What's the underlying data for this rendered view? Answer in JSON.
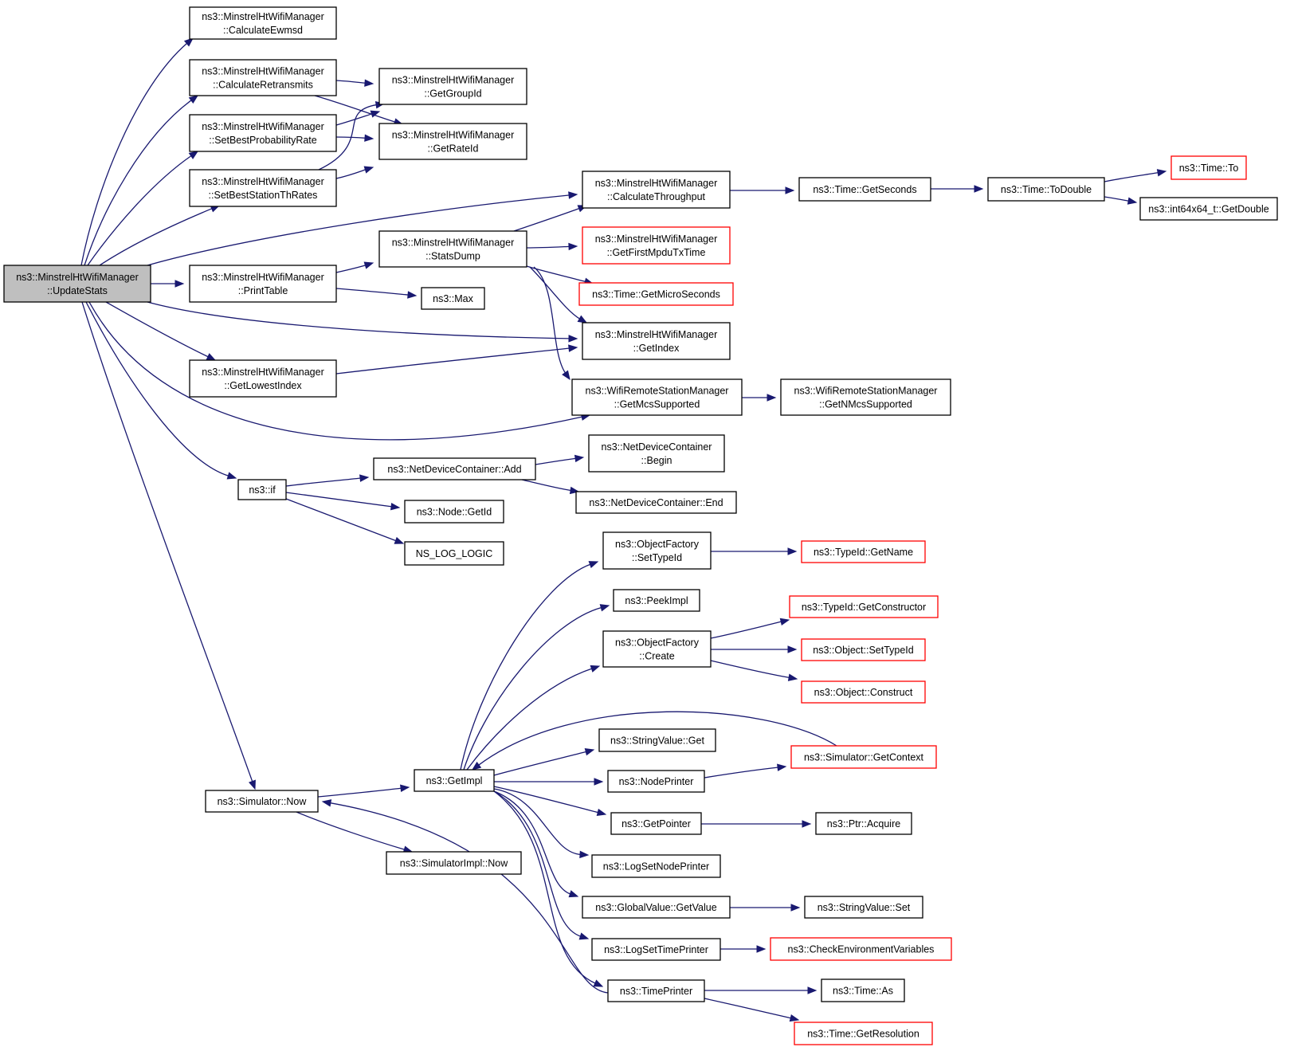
{
  "graph": {
    "colors": {
      "edge": "#191970",
      "root_fill": "#bfbfbf",
      "node_fill": "#ffffff",
      "node_border": "#000000",
      "truncated_border": "#ff0000"
    },
    "nodes": [
      {
        "id": "updateStats",
        "lines": [
          "ns3::MinstrelHtWifiManager",
          "::UpdateStats"
        ],
        "root": true
      },
      {
        "id": "calcEwmsd",
        "lines": [
          "ns3::MinstrelHtWifiManager",
          "::CalculateEwmsd"
        ]
      },
      {
        "id": "calcRetransmits",
        "lines": [
          "ns3::MinstrelHtWifiManager",
          "::CalculateRetransmits"
        ]
      },
      {
        "id": "setBestProb",
        "lines": [
          "ns3::MinstrelHtWifiManager",
          "::SetBestProbabilityRate"
        ]
      },
      {
        "id": "setBestStation",
        "lines": [
          "ns3::MinstrelHtWifiManager",
          "::SetBestStationThRates"
        ]
      },
      {
        "id": "printTable",
        "lines": [
          "ns3::MinstrelHtWifiManager",
          "::PrintTable"
        ]
      },
      {
        "id": "getLowestIndex",
        "lines": [
          "ns3::MinstrelHtWifiManager",
          "::GetLowestIndex"
        ]
      },
      {
        "id": "nsIf",
        "lines": [
          "ns3::if"
        ]
      },
      {
        "id": "simNow",
        "lines": [
          "ns3::Simulator::Now"
        ]
      },
      {
        "id": "getGroupId",
        "lines": [
          "ns3::MinstrelHtWifiManager",
          "::GetGroupId"
        ]
      },
      {
        "id": "getRateId",
        "lines": [
          "ns3::MinstrelHtWifiManager",
          "::GetRateId"
        ]
      },
      {
        "id": "statsDump",
        "lines": [
          "ns3::MinstrelHtWifiManager",
          "::StatsDump"
        ]
      },
      {
        "id": "nsMax",
        "lines": [
          "ns3::Max"
        ]
      },
      {
        "id": "ndcAdd",
        "lines": [
          "ns3::NetDeviceContainer::Add"
        ]
      },
      {
        "id": "nodeGetId",
        "lines": [
          "ns3::Node::GetId"
        ]
      },
      {
        "id": "nsLogLogic",
        "lines": [
          "NS_LOG_LOGIC"
        ]
      },
      {
        "id": "getImpl",
        "lines": [
          "ns3::GetImpl"
        ]
      },
      {
        "id": "simImplNow",
        "lines": [
          "ns3::SimulatorImpl::Now"
        ]
      },
      {
        "id": "calcThroughput",
        "lines": [
          "ns3::MinstrelHtWifiManager",
          "::CalculateThroughput"
        ]
      },
      {
        "id": "getFirstMpdu",
        "lines": [
          "ns3::MinstrelHtWifiManager",
          "::GetFirstMpduTxTime"
        ],
        "truncated": true
      },
      {
        "id": "getMicroSeconds",
        "lines": [
          "ns3::Time::GetMicroSeconds"
        ],
        "truncated": true
      },
      {
        "id": "getIndex",
        "lines": [
          "ns3::MinstrelHtWifiManager",
          "::GetIndex"
        ]
      },
      {
        "id": "getMcsSupported",
        "lines": [
          "ns3::WifiRemoteStationManager",
          "::GetMcsSupported"
        ]
      },
      {
        "id": "ndcBegin",
        "lines": [
          "ns3::NetDeviceContainer",
          "::Begin"
        ]
      },
      {
        "id": "ndcEnd",
        "lines": [
          "ns3::NetDeviceContainer::End"
        ]
      },
      {
        "id": "ofSetTypeId",
        "lines": [
          "ns3::ObjectFactory",
          "::SetTypeId"
        ]
      },
      {
        "id": "peekImpl",
        "lines": [
          "ns3::PeekImpl"
        ]
      },
      {
        "id": "ofCreate",
        "lines": [
          "ns3::ObjectFactory",
          "::Create"
        ]
      },
      {
        "id": "strValGet",
        "lines": [
          "ns3::StringValue::Get"
        ]
      },
      {
        "id": "nodePrinter",
        "lines": [
          "ns3::NodePrinter"
        ]
      },
      {
        "id": "getPointer",
        "lines": [
          "ns3::GetPointer"
        ]
      },
      {
        "id": "logSetNodePrinter",
        "lines": [
          "ns3::LogSetNodePrinter"
        ]
      },
      {
        "id": "gvGetValue",
        "lines": [
          "ns3::GlobalValue::GetValue"
        ]
      },
      {
        "id": "logSetTimePrinter",
        "lines": [
          "ns3::LogSetTimePrinter"
        ]
      },
      {
        "id": "timePrinter",
        "lines": [
          "ns3::TimePrinter"
        ]
      },
      {
        "id": "getSeconds",
        "lines": [
          "ns3::Time::GetSeconds"
        ]
      },
      {
        "id": "getNMcs",
        "lines": [
          "ns3::WifiRemoteStationManager",
          "::GetNMcsSupported"
        ]
      },
      {
        "id": "typeIdGetName",
        "lines": [
          "ns3::TypeId::GetName"
        ],
        "truncated": true
      },
      {
        "id": "typeIdGetCtor",
        "lines": [
          "ns3::TypeId::GetConstructor"
        ],
        "truncated": true
      },
      {
        "id": "objSetTypeId",
        "lines": [
          "ns3::Object::SetTypeId"
        ],
        "truncated": true
      },
      {
        "id": "objConstruct",
        "lines": [
          "ns3::Object::Construct"
        ],
        "truncated": true
      },
      {
        "id": "simGetContext",
        "lines": [
          "ns3::Simulator::GetContext"
        ],
        "truncated": true
      },
      {
        "id": "ptrAcquire",
        "lines": [
          "ns3::Ptr::Acquire"
        ]
      },
      {
        "id": "strValSet",
        "lines": [
          "ns3::StringValue::Set"
        ]
      },
      {
        "id": "checkEnv",
        "lines": [
          "ns3::CheckEnvironmentVariables"
        ],
        "truncated": true
      },
      {
        "id": "timeAs",
        "lines": [
          "ns3::Time::As"
        ]
      },
      {
        "id": "getResolution",
        "lines": [
          "ns3::Time::GetResolution"
        ],
        "truncated": true
      },
      {
        "id": "toDouble",
        "lines": [
          "ns3::Time::ToDouble"
        ]
      },
      {
        "id": "timeTo",
        "lines": [
          "ns3::Time::To"
        ],
        "truncated": true
      },
      {
        "id": "int64GetDouble",
        "lines": [
          "ns3::int64x64_t::GetDouble"
        ]
      }
    ]
  }
}
